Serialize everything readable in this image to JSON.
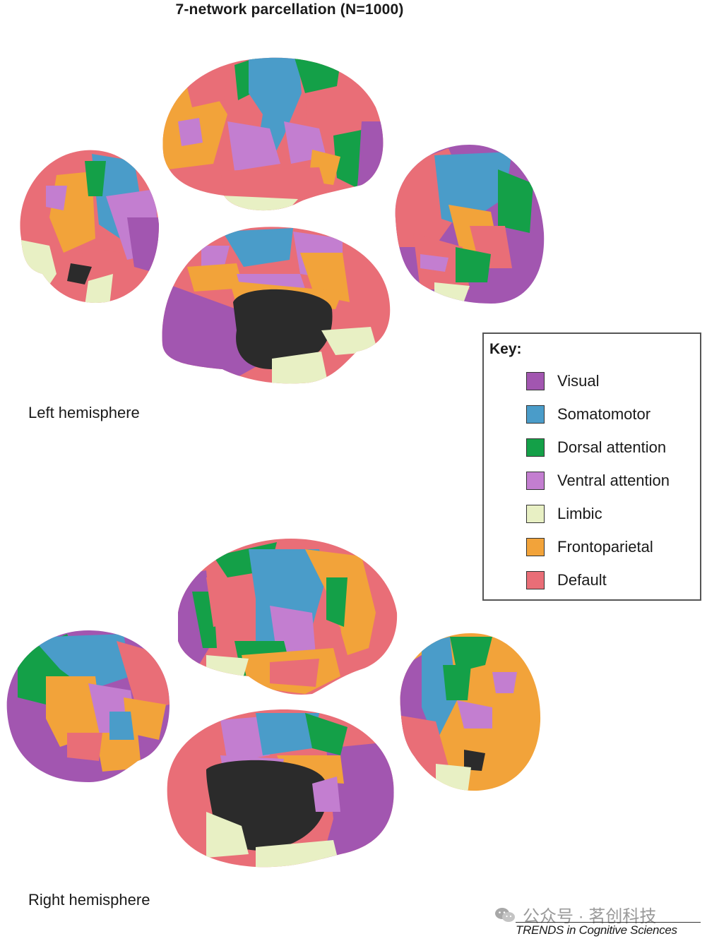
{
  "title": "7-network parcellation (N=1000)",
  "hemispheres": {
    "left_label": "Left hemisphere",
    "right_label": "Right hemisphere"
  },
  "key": {
    "title": "Key:",
    "items": [
      {
        "label": "Visual",
        "color": "#a256b0"
      },
      {
        "label": "Somatomotor",
        "color": "#4a9cc9"
      },
      {
        "label": "Dorsal attention",
        "color": "#14a048"
      },
      {
        "label": "Ventral attention",
        "color": "#c37ed0"
      },
      {
        "label": "Limbic",
        "color": "#e8f0c4"
      },
      {
        "label": "Frontoparietal",
        "color": "#f2a33a"
      },
      {
        "label": "Default",
        "color": "#e96e77"
      }
    ]
  },
  "medial_wall_color": "#2b2b2b",
  "watermark": "公众号 · 茗创科技",
  "source": "TRENDS in Cognitive Sciences"
}
